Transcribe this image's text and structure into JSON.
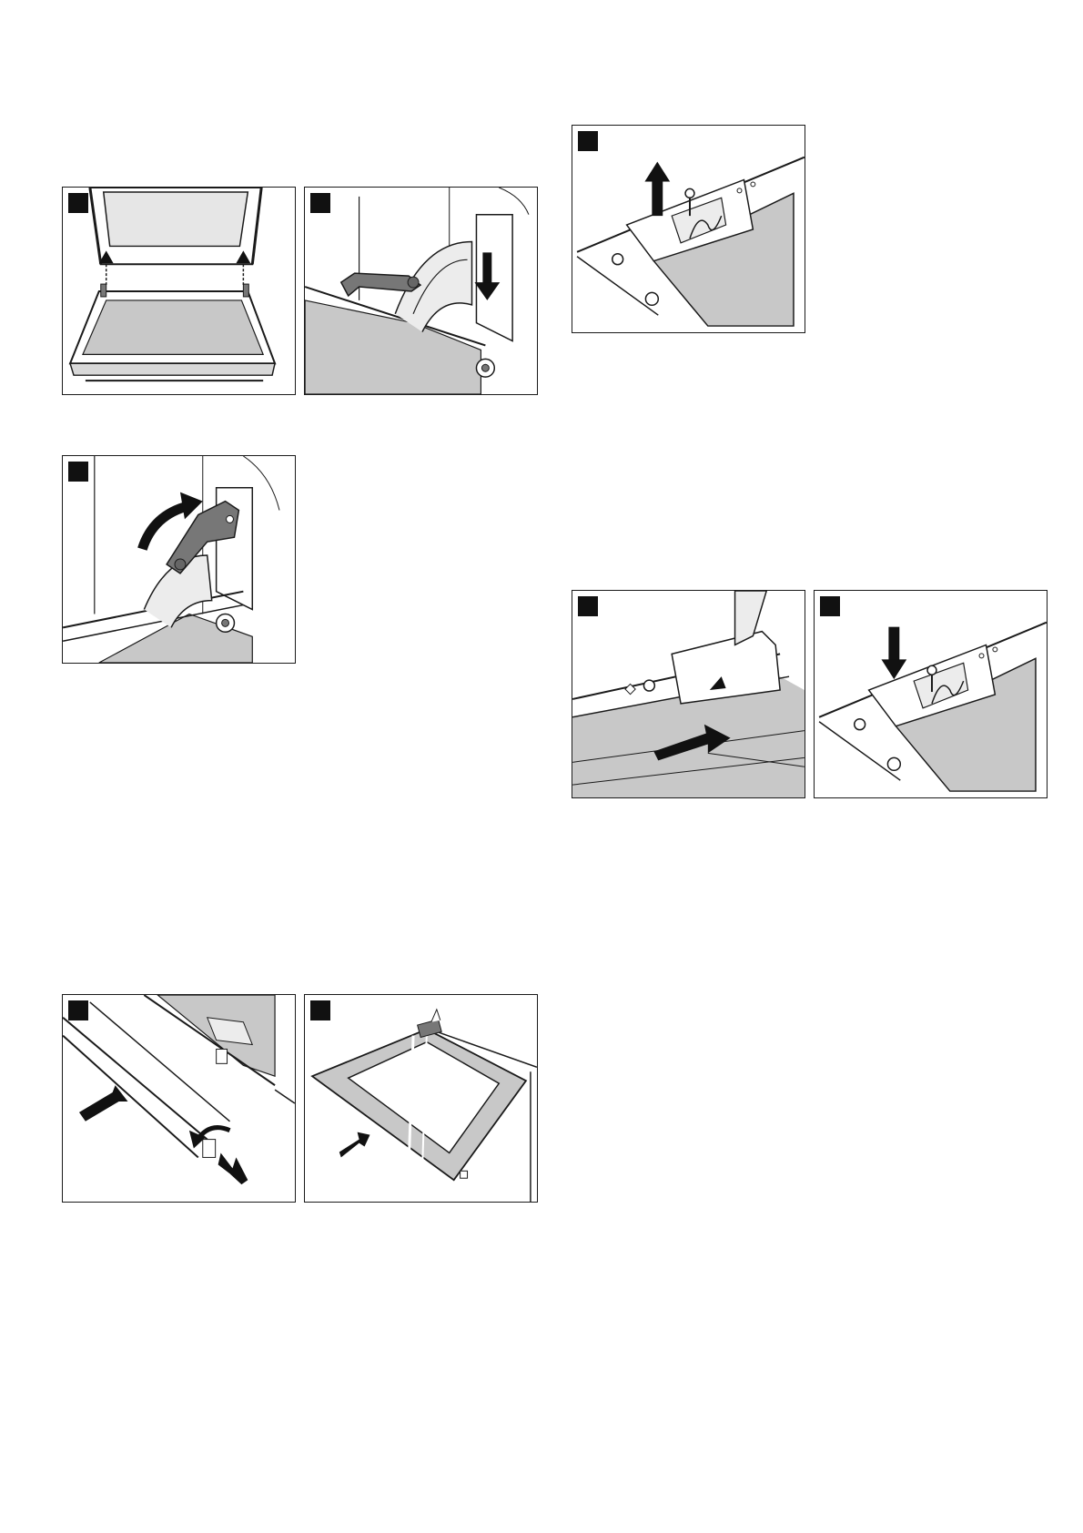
{
  "colors": {
    "line": "#1a1a1a",
    "panel_gray": "#c8c8c8",
    "part_gray": "#777777",
    "arrow": "#111111",
    "background": "#ffffff"
  },
  "figures": [
    {
      "id": "fig-door-hinges-lift",
      "icon": "door-lift-illustration"
    },
    {
      "id": "fig-hinge-lever-down",
      "icon": "hinge-lever-down-illustration"
    },
    {
      "id": "fig-hinge-lever-up",
      "icon": "hinge-lever-up-illustration"
    },
    {
      "id": "fig-door-strip-pull",
      "icon": "door-strip-pull-illustration"
    },
    {
      "id": "fig-glass-pane-remove",
      "icon": "glass-pane-remove-illustration"
    },
    {
      "id": "fig-screw-clip-up",
      "icon": "screw-clip-up-illustration"
    },
    {
      "id": "fig-glass-slide-in",
      "icon": "glass-slide-in-illustration"
    },
    {
      "id": "fig-screw-clip-down",
      "icon": "screw-clip-down-illustration"
    }
  ]
}
